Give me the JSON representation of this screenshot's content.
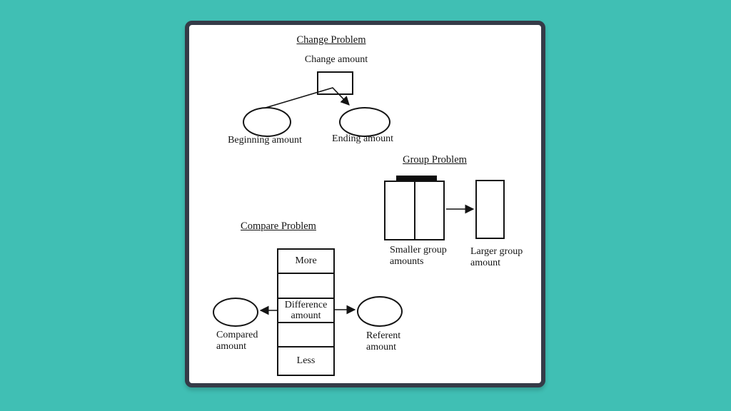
{
  "colors": {
    "page_background": "#40bfb4",
    "card_background": "#ffffff",
    "card_border": "#353b48",
    "ink": "#141414"
  },
  "diagrams": {
    "change": {
      "title": "Change Problem",
      "box_label": "Change amount",
      "beginning_label": "Beginning amount",
      "ending_label": "Ending amount"
    },
    "group": {
      "title": "Group Problem",
      "smaller_label": "Smaller group\namounts",
      "larger_label": "Larger group\namount"
    },
    "compare": {
      "title": "Compare Problem",
      "cells": [
        "More",
        "",
        "Difference\namount",
        "",
        "Less"
      ],
      "compared_label": "Compared\namount",
      "referent_label": "Referent\namount"
    }
  }
}
